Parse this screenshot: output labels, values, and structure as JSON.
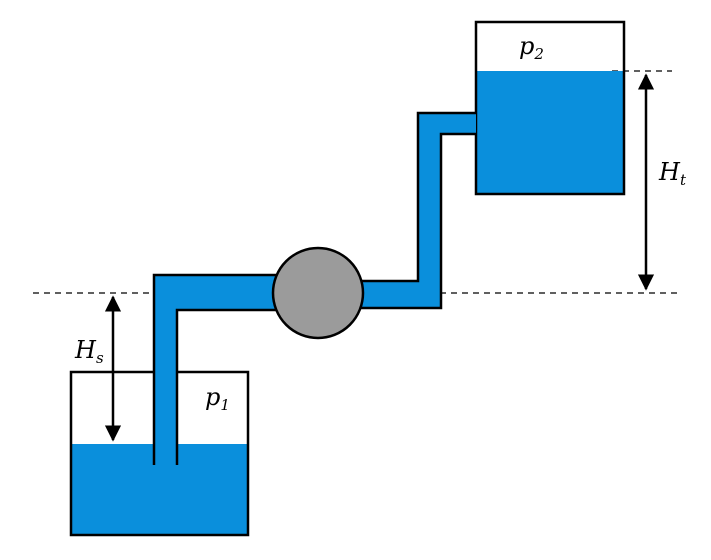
{
  "labels": {
    "p2": {
      "base": "p",
      "sub": "2"
    },
    "p1": {
      "base": "p",
      "sub": "1"
    },
    "hs": {
      "base": "H",
      "sub": "s"
    },
    "ht": {
      "base": "H",
      "sub": "t"
    }
  },
  "colors": {
    "water": "#0a8fdc",
    "pump": "#9b9b9b",
    "outline": "#000000",
    "background": "#ffffff"
  }
}
